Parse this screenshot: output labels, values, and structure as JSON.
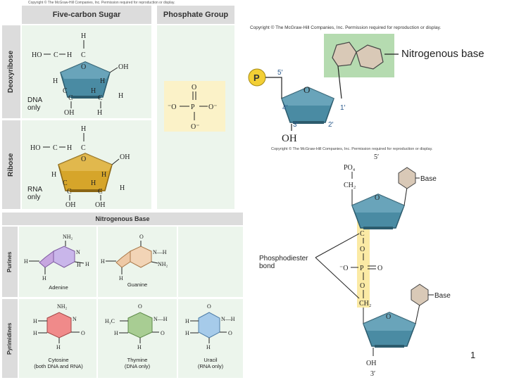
{
  "sugar_panel": {
    "copyright": "Copyright © The McGraw-Hill Companies, Inc. Permission required for reproduction or display.",
    "sugar_header": "Five-carbon Sugar",
    "phosphate_header": "Phosphate Group",
    "deoxyribose_label": "Deoxyribose",
    "ribose_label": "Ribose",
    "dna_only": [
      "DNA",
      "only"
    ],
    "rna_only": [
      "RNA",
      "only"
    ],
    "atoms": {
      "H": "H",
      "C": "C",
      "O": "O",
      "OH": "OH",
      "HO": "HO"
    },
    "phosphate_formula": [
      "⁻O",
      "P",
      "O⁻",
      "O",
      "O⁻"
    ]
  },
  "base_panel": {
    "header": "Nitrogenous Base",
    "purines_label": "Purines",
    "pyrimidines_label": "Pyrimidines",
    "bases": [
      {
        "name": "Adenine",
        "note": ""
      },
      {
        "name": "Guanine",
        "note": ""
      },
      {
        "name": "Cytosine",
        "note": "(both DNA and RNA)"
      },
      {
        "name": "Thymine",
        "note": "(DNA only)"
      },
      {
        "name": "Uracil",
        "note": "(RNA only)"
      }
    ],
    "groups": {
      "NH2": "NH₂",
      "N": "N",
      "NH": "N—H",
      "H3C": "H₃C"
    }
  },
  "nucleotide": {
    "copyright": "Copyright © The McGraw-Hill Companies, Inc. Permission required for reproduction or display.",
    "phosphate": "P",
    "prime_5": "5′",
    "prime_4": "4′",
    "prime_3": "3′",
    "prime_2": "2′",
    "prime_1": "1′",
    "ring_o": "O",
    "oh": "OH",
    "base_label": "Nitrogenous base"
  },
  "dinucleotide": {
    "copyright": "Copyright © The McGraw-Hill Companies, Inc. Permission required for reproduction or display.",
    "top_end": "5′",
    "po4": "PO₄",
    "ch2": "CH₂",
    "base": "Base",
    "ring_o": "O",
    "c": "C",
    "o": "O",
    "p": "P",
    "o_minus": "⁻O",
    "bond_label": [
      "Phosphodiester",
      "bond"
    ],
    "oh": "OH",
    "bottom_end": "3′"
  },
  "page_number": "1"
}
